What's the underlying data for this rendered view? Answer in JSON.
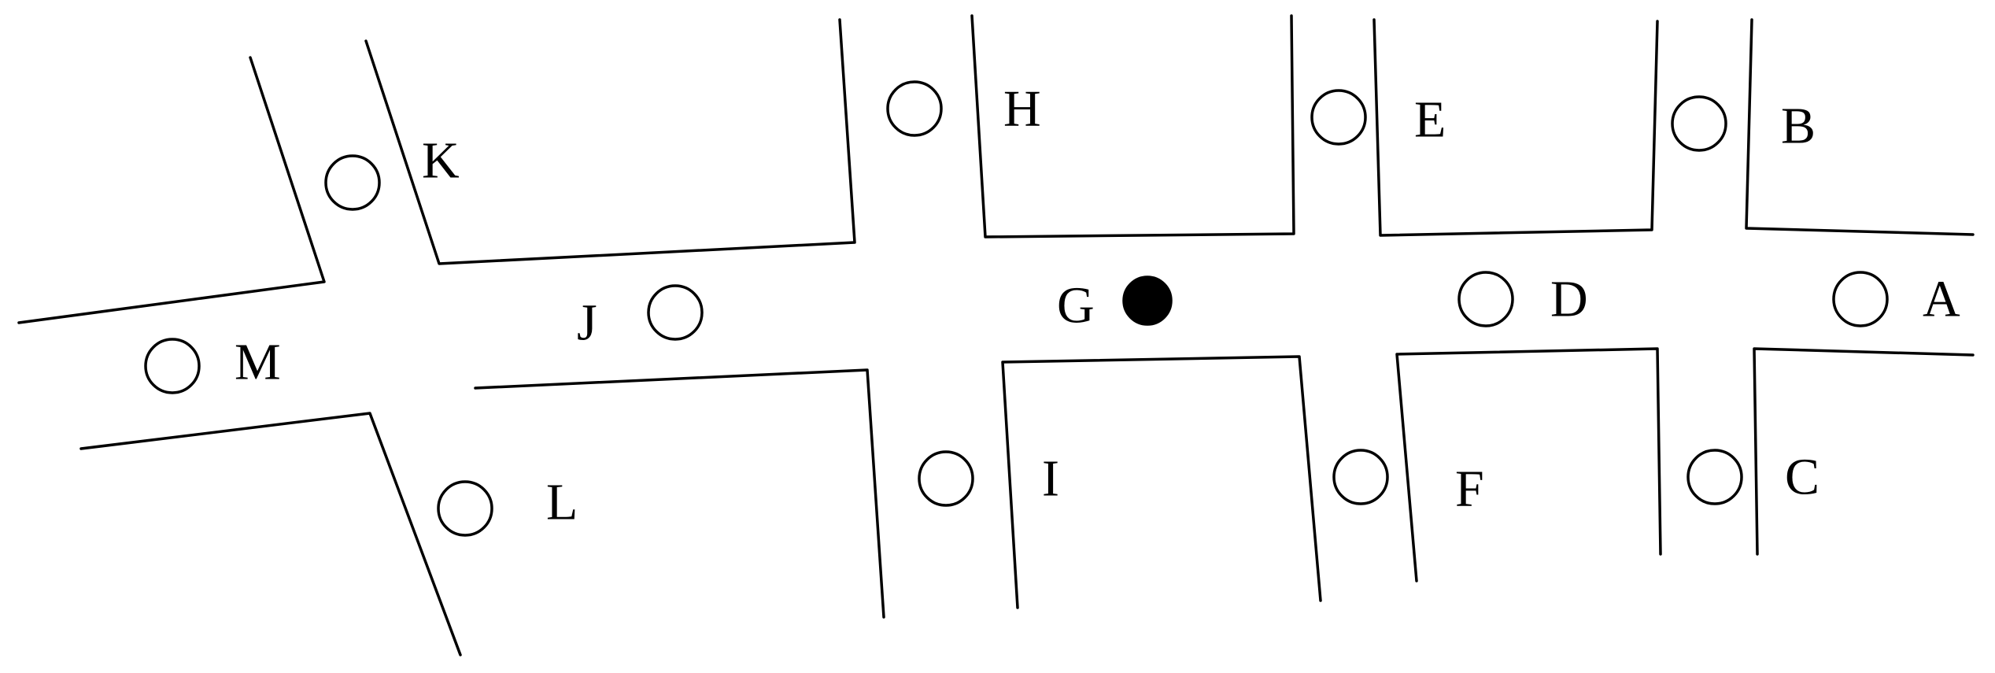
{
  "diagram": {
    "type": "street-map",
    "nodes": [
      {
        "id": "A",
        "label": "A",
        "filled": false
      },
      {
        "id": "B",
        "label": "B",
        "filled": false
      },
      {
        "id": "C",
        "label": "C",
        "filled": false
      },
      {
        "id": "D",
        "label": "D",
        "filled": false
      },
      {
        "id": "E",
        "label": "E",
        "filled": false
      },
      {
        "id": "F",
        "label": "F",
        "filled": false
      },
      {
        "id": "G",
        "label": "G",
        "filled": true
      },
      {
        "id": "H",
        "label": "H",
        "filled": false
      },
      {
        "id": "I",
        "label": "I",
        "filled": false
      },
      {
        "id": "J",
        "label": "J",
        "filled": false
      },
      {
        "id": "K",
        "label": "K",
        "filled": false
      },
      {
        "id": "L",
        "label": "L",
        "filled": false
      },
      {
        "id": "M",
        "label": "M",
        "filled": false
      }
    ]
  }
}
